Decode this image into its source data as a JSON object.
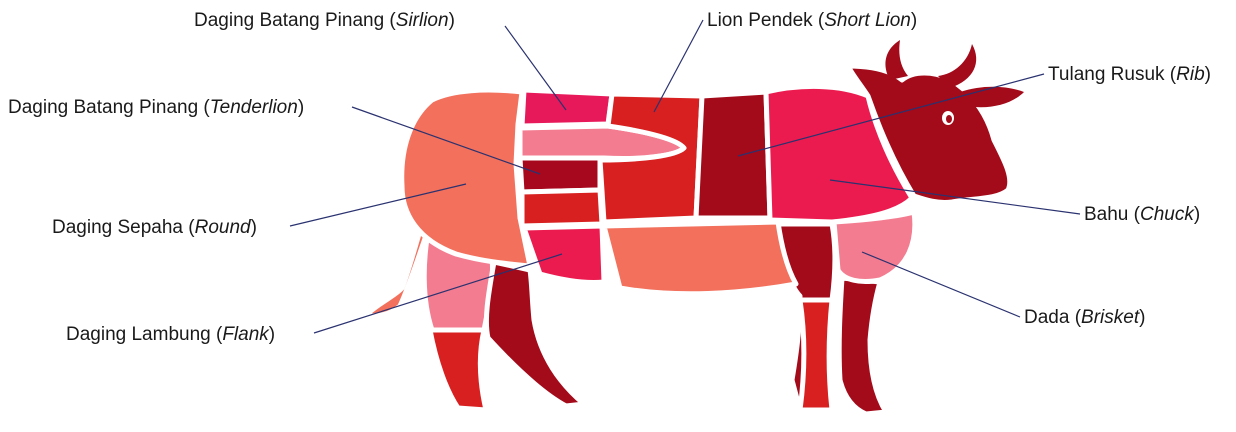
{
  "colors": {
    "round": "#F2705C",
    "sirloin": "#E8195A",
    "tenderloin": "#F37C90",
    "tenderloin_strip": "#A8081E",
    "short_loin": "#D7201F",
    "rib": "#A30A1A",
    "chuck": "#EC1B4F",
    "brisket": "#F37C90",
    "flank": "#EC1B4F",
    "plate": "#F2705C",
    "head": "#A30A1A",
    "leg_dark": "#A30A1A",
    "leg_red": "#D7201F",
    "leg_pink": "#F37C90",
    "leader": "#2A3270"
  },
  "labels": {
    "sirloin": {
      "main": "Daging Batang Pinang (",
      "italic": "Sirlion",
      "close": ")"
    },
    "short_loin": {
      "main": "Lion Pendek (",
      "italic": "Short Lion",
      "close": ")"
    },
    "tenderloin": {
      "main": "Daging Batang Pinang (",
      "italic": "Tenderlion",
      "close": ")"
    },
    "rib": {
      "main": "Tulang Rusuk (",
      "italic": "Rib",
      "close": ")"
    },
    "round": {
      "main": "Daging Sepaha (",
      "italic": "Round",
      "close": ")"
    },
    "chuck": {
      "main": "Bahu (",
      "italic": "Chuck",
      "close": ")"
    },
    "brisket": {
      "main": "Dada (",
      "italic": "Brisket",
      "close": ")"
    },
    "flank": {
      "main": "Daging Lambung (",
      "italic": "Flank",
      "close": ")"
    }
  }
}
